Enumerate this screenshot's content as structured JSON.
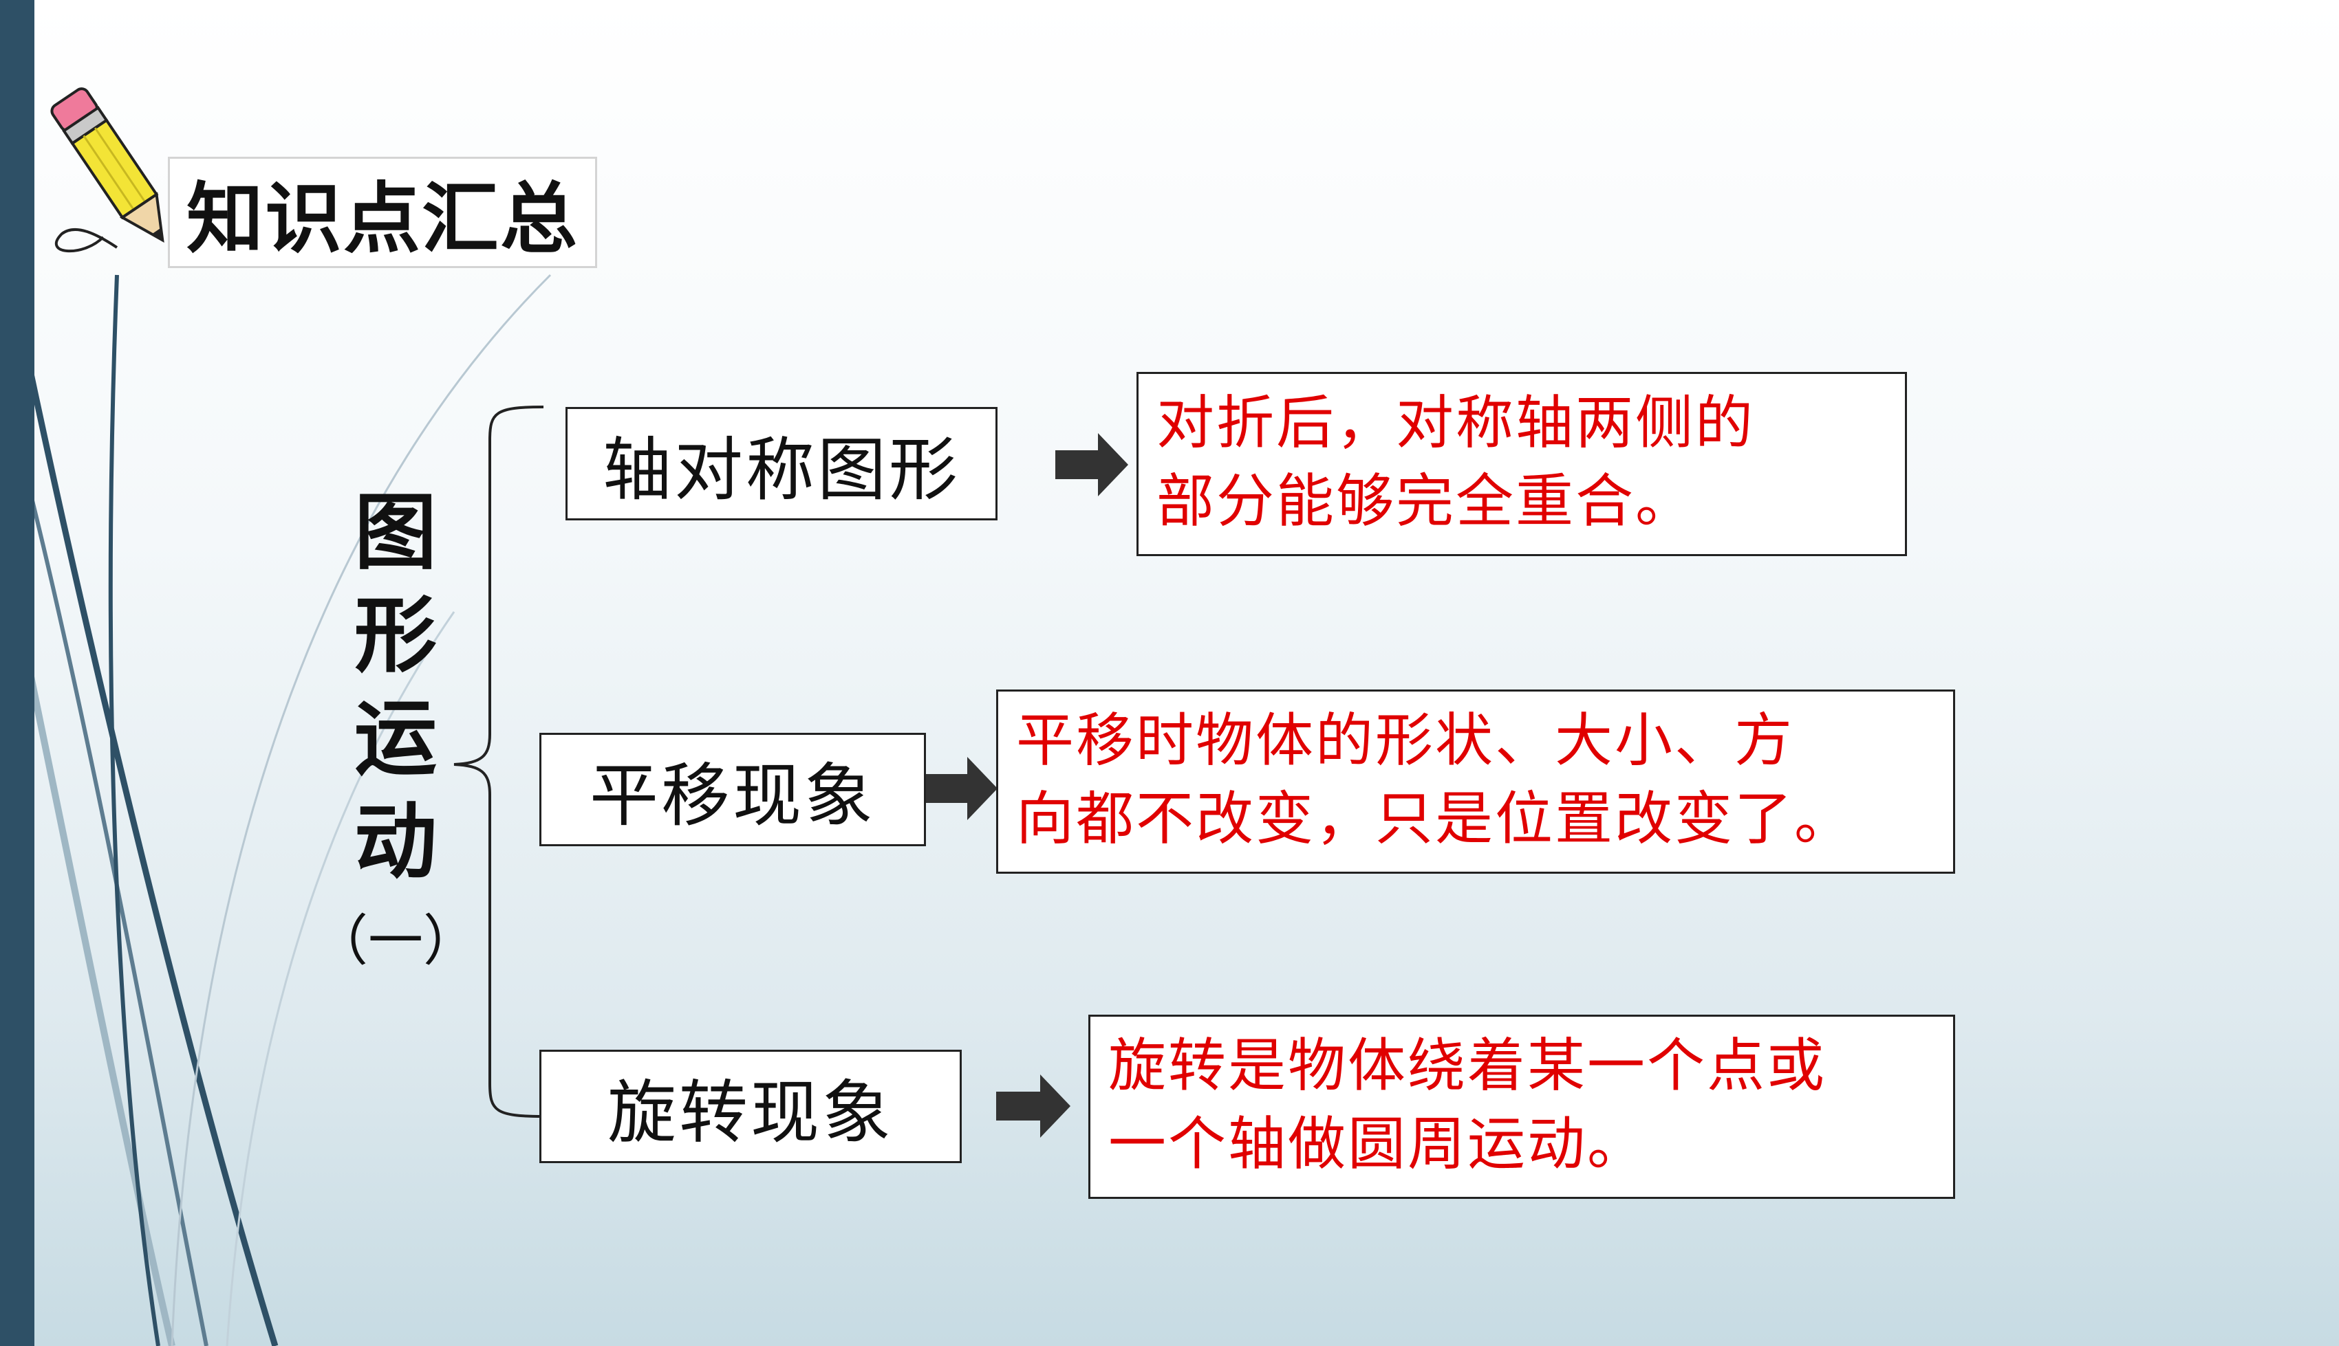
{
  "header": {
    "title": "知识点汇总"
  },
  "topic": {
    "chars": [
      "图",
      "形",
      "运",
      "动"
    ],
    "subtitle": "（一）"
  },
  "branches": [
    {
      "label": "轴对称图形",
      "description": [
        "对折后，对称轴两侧的",
        "部分能够完全重合。"
      ]
    },
    {
      "label": "平移现象",
      "description": [
        "平移时物体的形状、大小、方",
        "向都不改变，只是位置改变了。"
      ]
    },
    {
      "label": "旋转现象",
      "description": [
        "旋转是物体绕着某一个点或",
        "一个轴做圆周运动。"
      ]
    }
  ],
  "colors": {
    "accent_bar": "#2e5066",
    "description_text": "#e00000",
    "arrow": "#333333"
  },
  "icons": {
    "corner": "pencil-icon",
    "connector": "arrow-right-icon"
  }
}
